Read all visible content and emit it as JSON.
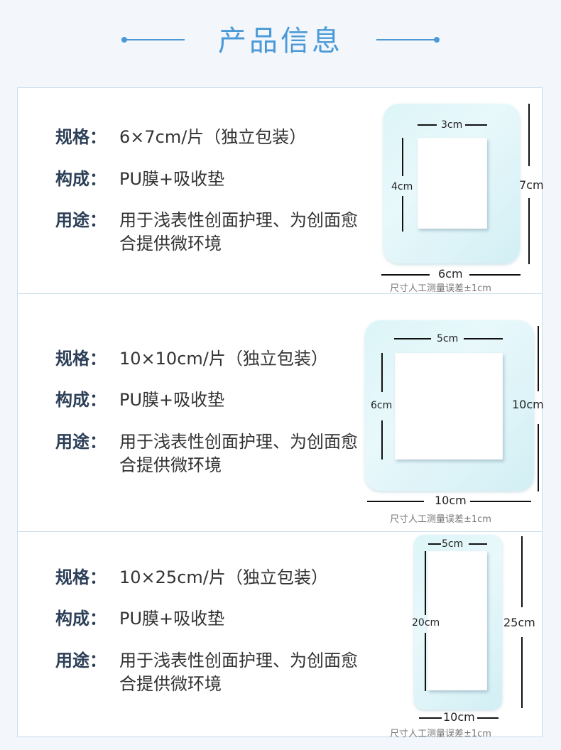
{
  "page_title": "产品信息",
  "colors": {
    "accent": "#4a9ad8",
    "pad": "#dcf5f7",
    "border": "#c9dcea"
  },
  "labels": {
    "spec": "规格：",
    "composition": "构成：",
    "usage": "用途："
  },
  "note": "尺寸人工测量误差±1cm",
  "products": [
    {
      "spec": "6×7cm/片（独立包装）",
      "composition": "PU膜+吸收垫",
      "usage": "用于浅表性创面护理、为创面愈合提供微环境",
      "inner_width": "3cm",
      "inner_height": "4cm",
      "outer_width": "6cm",
      "outer_height": "7cm"
    },
    {
      "spec": "10×10cm/片（独立包装）",
      "composition": "PU膜+吸收垫",
      "usage": "用于浅表性创面护理、为创面愈合提供微环境",
      "inner_width": "5cm",
      "inner_height": "6cm",
      "outer_width": "10cm",
      "outer_height": "10cm"
    },
    {
      "spec": "10×25cm/片（独立包装）",
      "composition": "PU膜+吸收垫",
      "usage": "用于浅表性创面护理、为创面愈合提供微环境",
      "inner_width": "5cm",
      "inner_height": "20cm",
      "outer_width": "10cm",
      "outer_height": "25cm"
    }
  ]
}
